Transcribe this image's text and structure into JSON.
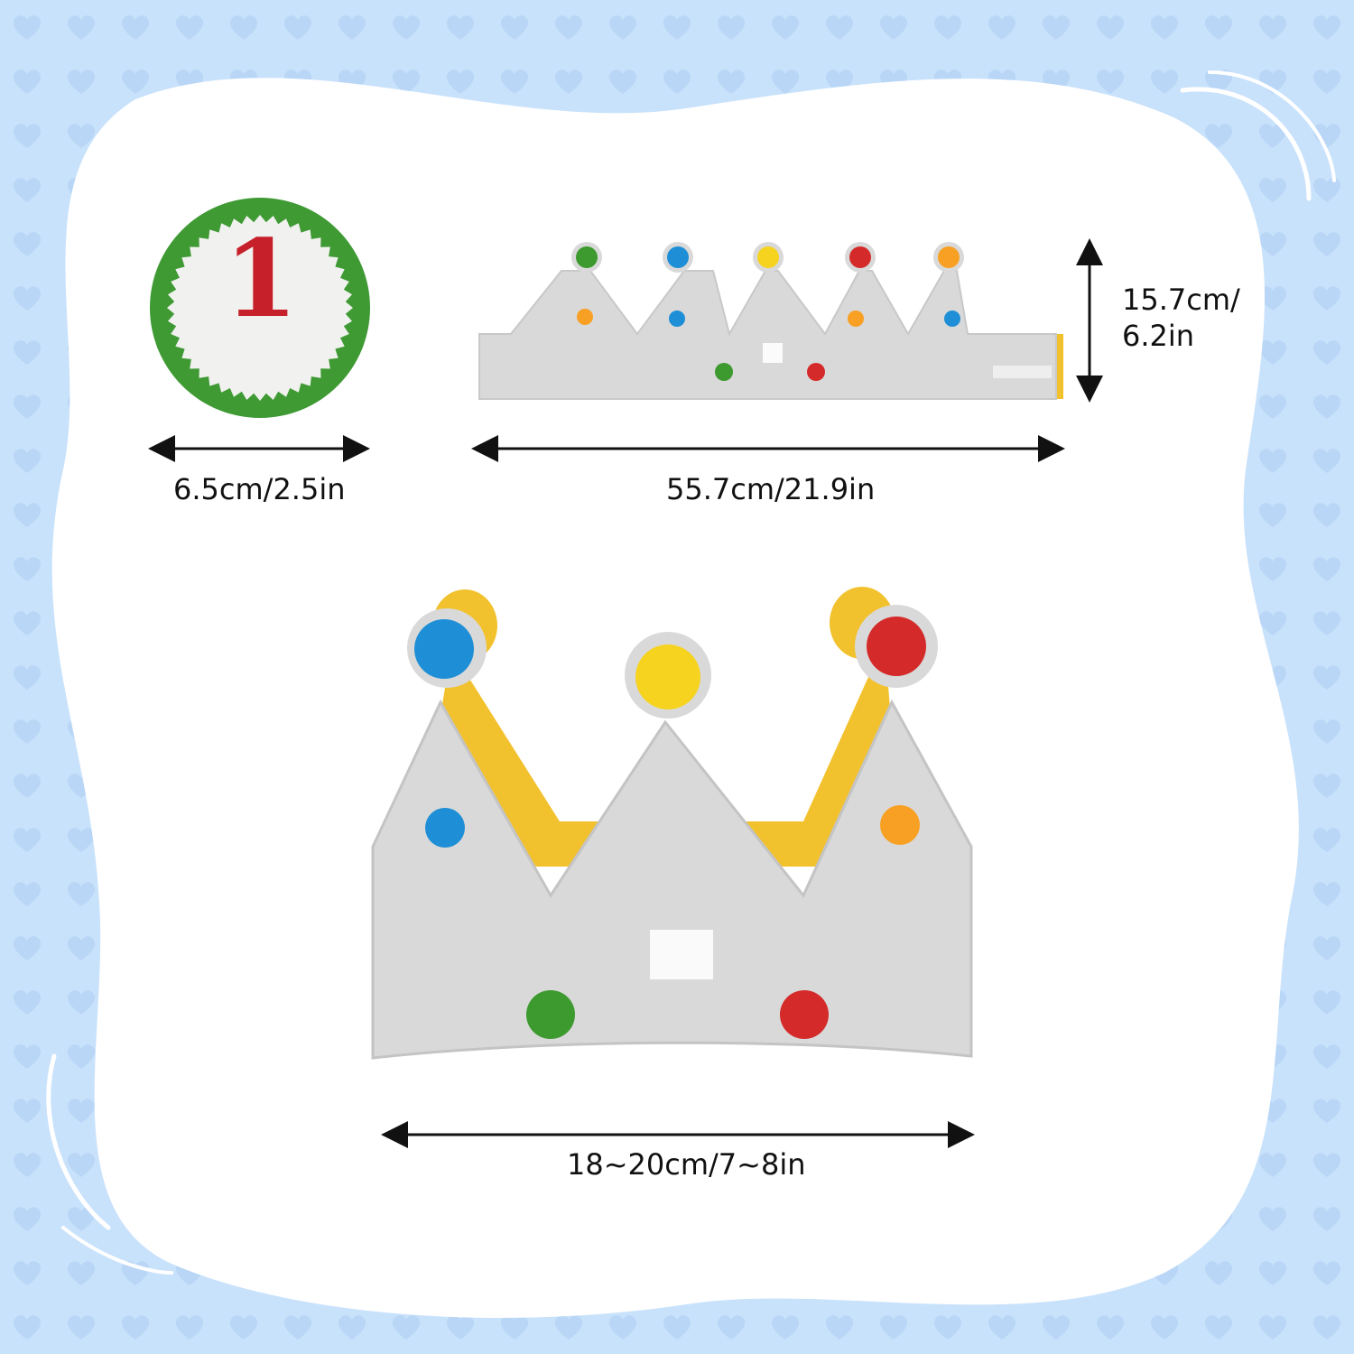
{
  "dimensions": {
    "badge_size": "6.5cm/2.5in",
    "flat_length": "55.7cm/21.9in",
    "height_line1": "15.7cm/",
    "height_line2": "6.2in",
    "crown_circumference": "18~20cm/7~8in"
  },
  "badge": {
    "number": "1"
  },
  "colors": {
    "background": "#c9e2fb",
    "panel": "#ffffff",
    "felt_grey": "#d9d9d9",
    "felt_yellow": "#f2c12e",
    "dot_green": "#3c9a2e",
    "dot_blue": "#1e8fd6",
    "dot_yellow": "#f6d31f",
    "dot_red": "#d42a2a",
    "dot_orange": "#f7a023",
    "badge_green": "#3f9a34",
    "badge_center": "#f1f1ef",
    "number_red": "#c6202a"
  }
}
